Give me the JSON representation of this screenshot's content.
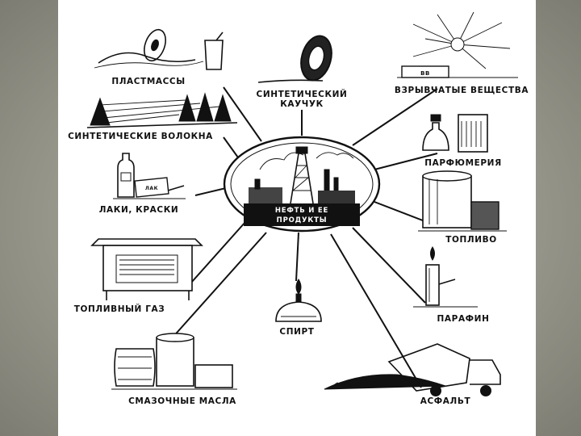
{
  "diagram": {
    "center": {
      "line1": "НЕФТЬ И ЕЕ",
      "line2": "ПРОДУКТЫ"
    },
    "products": {
      "plastics": "ПЛАСТМАССЫ",
      "rubber_line1": "СИНТЕТИЧЕСКИЙ",
      "rubber_line2": "КАУЧУК",
      "explosives": "ВЗРЫВЧАТЫЕ ВЕЩЕСТВА",
      "fibers": "СИНТЕТИЧЕСКИЕ ВОЛОКНА",
      "perfume": "ПАРФЮМЕРИЯ",
      "varnish": "ЛАКИ, КРАСКИ",
      "fuel": "ТОПЛИВО",
      "fuel_gas": "ТОПЛИВНЫЙ ГАЗ",
      "alcohol": "СПИРТ",
      "paraffin": "ПАРАФИН",
      "lubricants": "СМАЗОЧНЫЕ МАСЛА",
      "asphalt": "АСФАЛЬТ"
    },
    "icons": {
      "can_text": "ВВ",
      "varnish_can_text": "ЛАК"
    }
  }
}
